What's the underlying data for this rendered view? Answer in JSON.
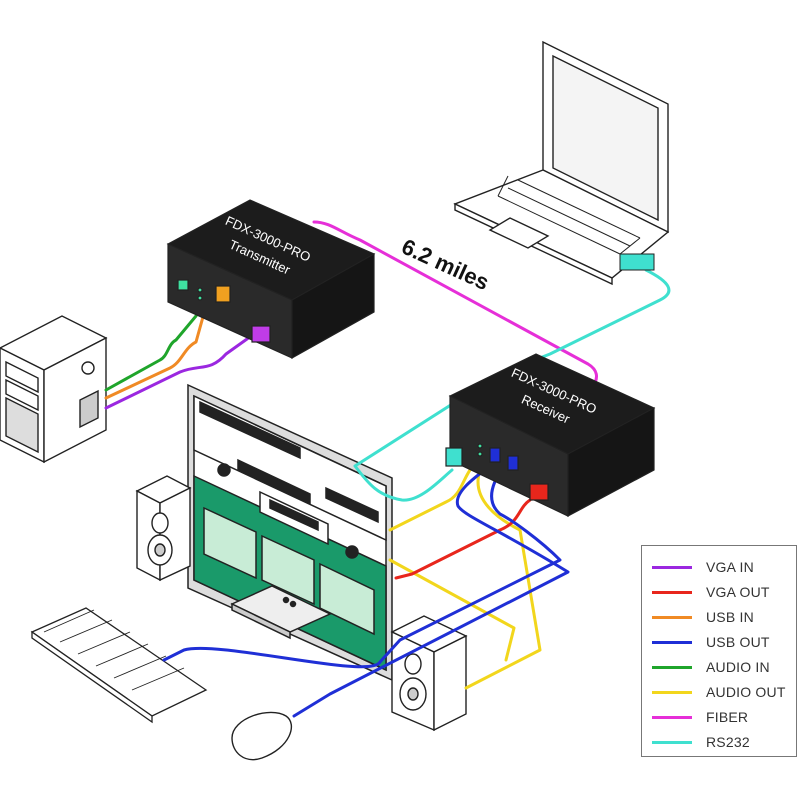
{
  "distance_label": "6.2 miles",
  "transmitter": {
    "model": "FDX-3000-PRO",
    "role": "Transmitter"
  },
  "receiver": {
    "model": "FDX-3000-PRO",
    "role": "Receiver"
  },
  "legend": [
    {
      "label": "VGA IN",
      "color": "#9b27e0"
    },
    {
      "label": "VGA OUT",
      "color": "#e8261c"
    },
    {
      "label": "USB IN",
      "color": "#f08a24"
    },
    {
      "label": "USB OUT",
      "color": "#1f2fd6"
    },
    {
      "label": "AUDIO IN",
      "color": "#1fa52b"
    },
    {
      "label": "AUDIO OUT",
      "color": "#f2d61c"
    },
    {
      "label": "FIBER",
      "color": "#e62fd8"
    },
    {
      "label": "RS232",
      "color": "#3fe0cf"
    }
  ]
}
